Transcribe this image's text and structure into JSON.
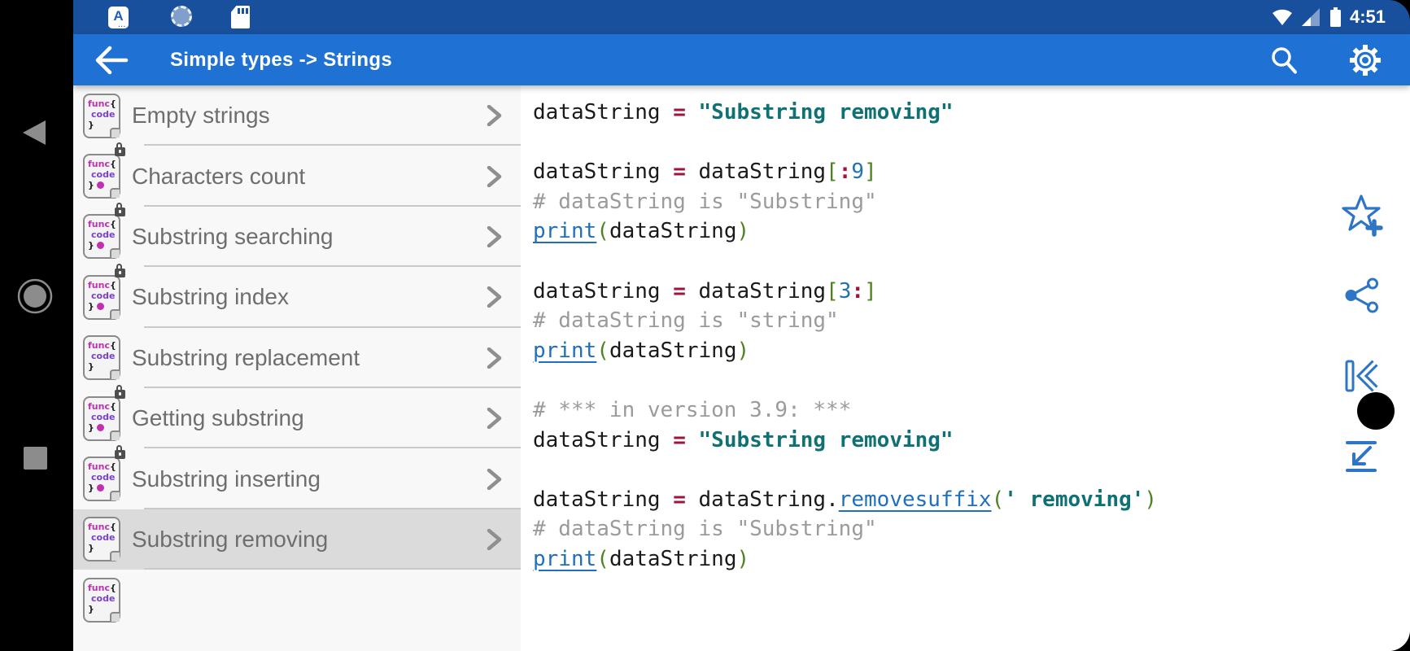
{
  "status_bar": {
    "time": "4:51",
    "left_icons": [
      "a-app-icon",
      "spinner-icon",
      "sdcard-icon"
    ],
    "right_icons": [
      "wifi-icon",
      "signal-icon",
      "battery-icon"
    ],
    "bg_color": "#19509E"
  },
  "app_bar": {
    "title": "Simple types -> Strings",
    "actions": [
      "search",
      "settings"
    ],
    "bg_color": "#1F72D3"
  },
  "android_nav": {
    "buttons": [
      "back",
      "home",
      "recents"
    ]
  },
  "sidebar": {
    "doc_icon_text": {
      "func": "func",
      "open_brace": "{",
      "code": "code",
      "close_brace": "}"
    },
    "items": [
      {
        "label": "Empty strings",
        "locked": false,
        "dot": false,
        "selected": false,
        "partial": false
      },
      {
        "label": "Characters count",
        "locked": true,
        "dot": true,
        "selected": false,
        "partial": false
      },
      {
        "label": "Substring searching",
        "locked": true,
        "dot": true,
        "selected": false,
        "partial": false
      },
      {
        "label": "Substring index",
        "locked": true,
        "dot": true,
        "selected": false,
        "partial": false
      },
      {
        "label": "Substring replacement",
        "locked": false,
        "dot": false,
        "selected": false,
        "partial": false
      },
      {
        "label": "Getting substring",
        "locked": true,
        "dot": true,
        "selected": false,
        "partial": false
      },
      {
        "label": "Substring inserting",
        "locked": true,
        "dot": true,
        "selected": false,
        "partial": false
      },
      {
        "label": "Substring removing",
        "locked": false,
        "dot": false,
        "selected": true,
        "partial": false
      },
      {
        "label": "",
        "locked": false,
        "dot": false,
        "selected": false,
        "partial": true
      }
    ]
  },
  "code": {
    "colors": {
      "identifier": "#1A1A1A",
      "operator": "#A0143C",
      "string": "#0F7173",
      "number": "#2272B8",
      "bracket": "#4E8220",
      "comment": "#9B9B9B",
      "function_link": "#1E6FBF"
    },
    "lines": [
      [
        [
          "id",
          "dataString"
        ],
        [
          "pl",
          " "
        ],
        [
          "op",
          "="
        ],
        [
          "pl",
          " "
        ],
        [
          "str",
          "\"Substring removing\""
        ]
      ],
      [],
      [
        [
          "id",
          "dataString"
        ],
        [
          "pl",
          " "
        ],
        [
          "op",
          "="
        ],
        [
          "pl",
          " "
        ],
        [
          "id",
          "dataString"
        ],
        [
          "br",
          "["
        ],
        [
          "op",
          ":"
        ],
        [
          "num",
          "9"
        ],
        [
          "br",
          "]"
        ]
      ],
      [
        [
          "com",
          "# dataString is \"Substring\""
        ]
      ],
      [
        [
          "fn",
          "print"
        ],
        [
          "br",
          "("
        ],
        [
          "id",
          "dataString"
        ],
        [
          "br",
          ")"
        ]
      ],
      [],
      [
        [
          "id",
          "dataString"
        ],
        [
          "pl",
          " "
        ],
        [
          "op",
          "="
        ],
        [
          "pl",
          " "
        ],
        [
          "id",
          "dataString"
        ],
        [
          "br",
          "["
        ],
        [
          "num",
          "3"
        ],
        [
          "op",
          ":"
        ],
        [
          "br",
          "]"
        ]
      ],
      [
        [
          "com",
          "# dataString is \"string\""
        ]
      ],
      [
        [
          "fn",
          "print"
        ],
        [
          "br",
          "("
        ],
        [
          "id",
          "dataString"
        ],
        [
          "br",
          ")"
        ]
      ],
      [],
      [
        [
          "com",
          "# *** in version 3.9: ***"
        ]
      ],
      [
        [
          "id",
          "dataString"
        ],
        [
          "pl",
          " "
        ],
        [
          "op",
          "="
        ],
        [
          "pl",
          " "
        ],
        [
          "str",
          "\"Substring removing\""
        ]
      ],
      [],
      [
        [
          "id",
          "dataString"
        ],
        [
          "pl",
          " "
        ],
        [
          "op",
          "="
        ],
        [
          "pl",
          " "
        ],
        [
          "id",
          "dataString"
        ],
        [
          "pl",
          "."
        ],
        [
          "fn",
          "removesuffix"
        ],
        [
          "br",
          "("
        ],
        [
          "str",
          "' removing'"
        ],
        [
          "br",
          ")"
        ]
      ],
      [
        [
          "com",
          "# dataString is \"Substring\""
        ]
      ],
      [
        [
          "fn",
          "print"
        ],
        [
          "br",
          "("
        ],
        [
          "id",
          "dataString"
        ],
        [
          "br",
          ")"
        ]
      ]
    ]
  },
  "action_rail": {
    "icons": [
      "favorite-add",
      "share",
      "skip-to-start",
      "collapse-left-down"
    ],
    "accent_color": "#2E75C5"
  }
}
